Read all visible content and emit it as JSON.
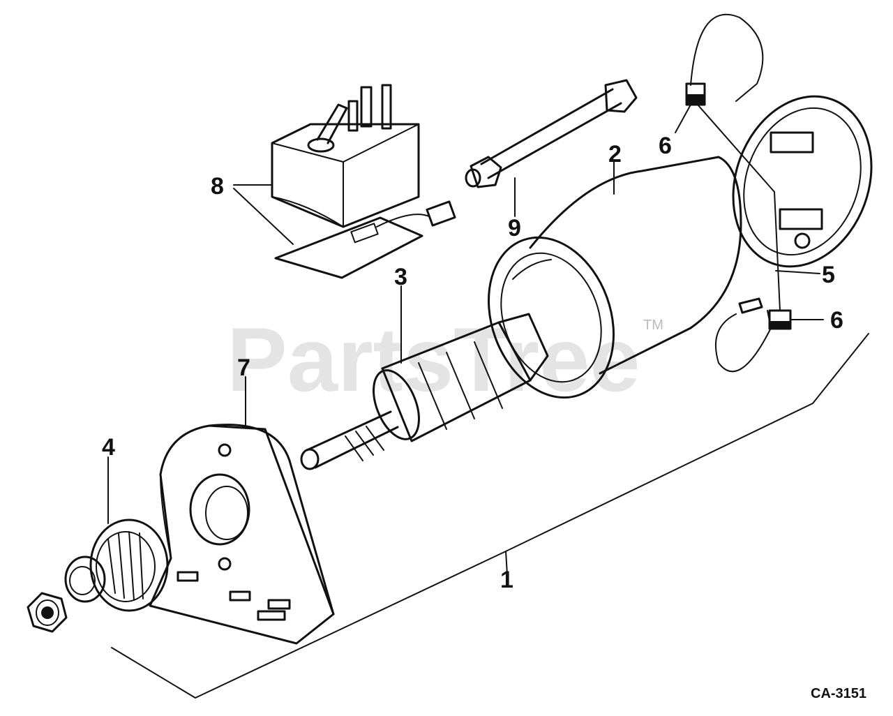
{
  "watermark": {
    "text": "PartsTree",
    "tm": "TM"
  },
  "drawing_code": "CA-3151",
  "callouts": {
    "c1": "1",
    "c2": "2",
    "c3": "3",
    "c4": "4",
    "c5": "5",
    "c6a": "6",
    "c6b": "6",
    "c7": "7",
    "c8": "8",
    "c9": "9"
  }
}
